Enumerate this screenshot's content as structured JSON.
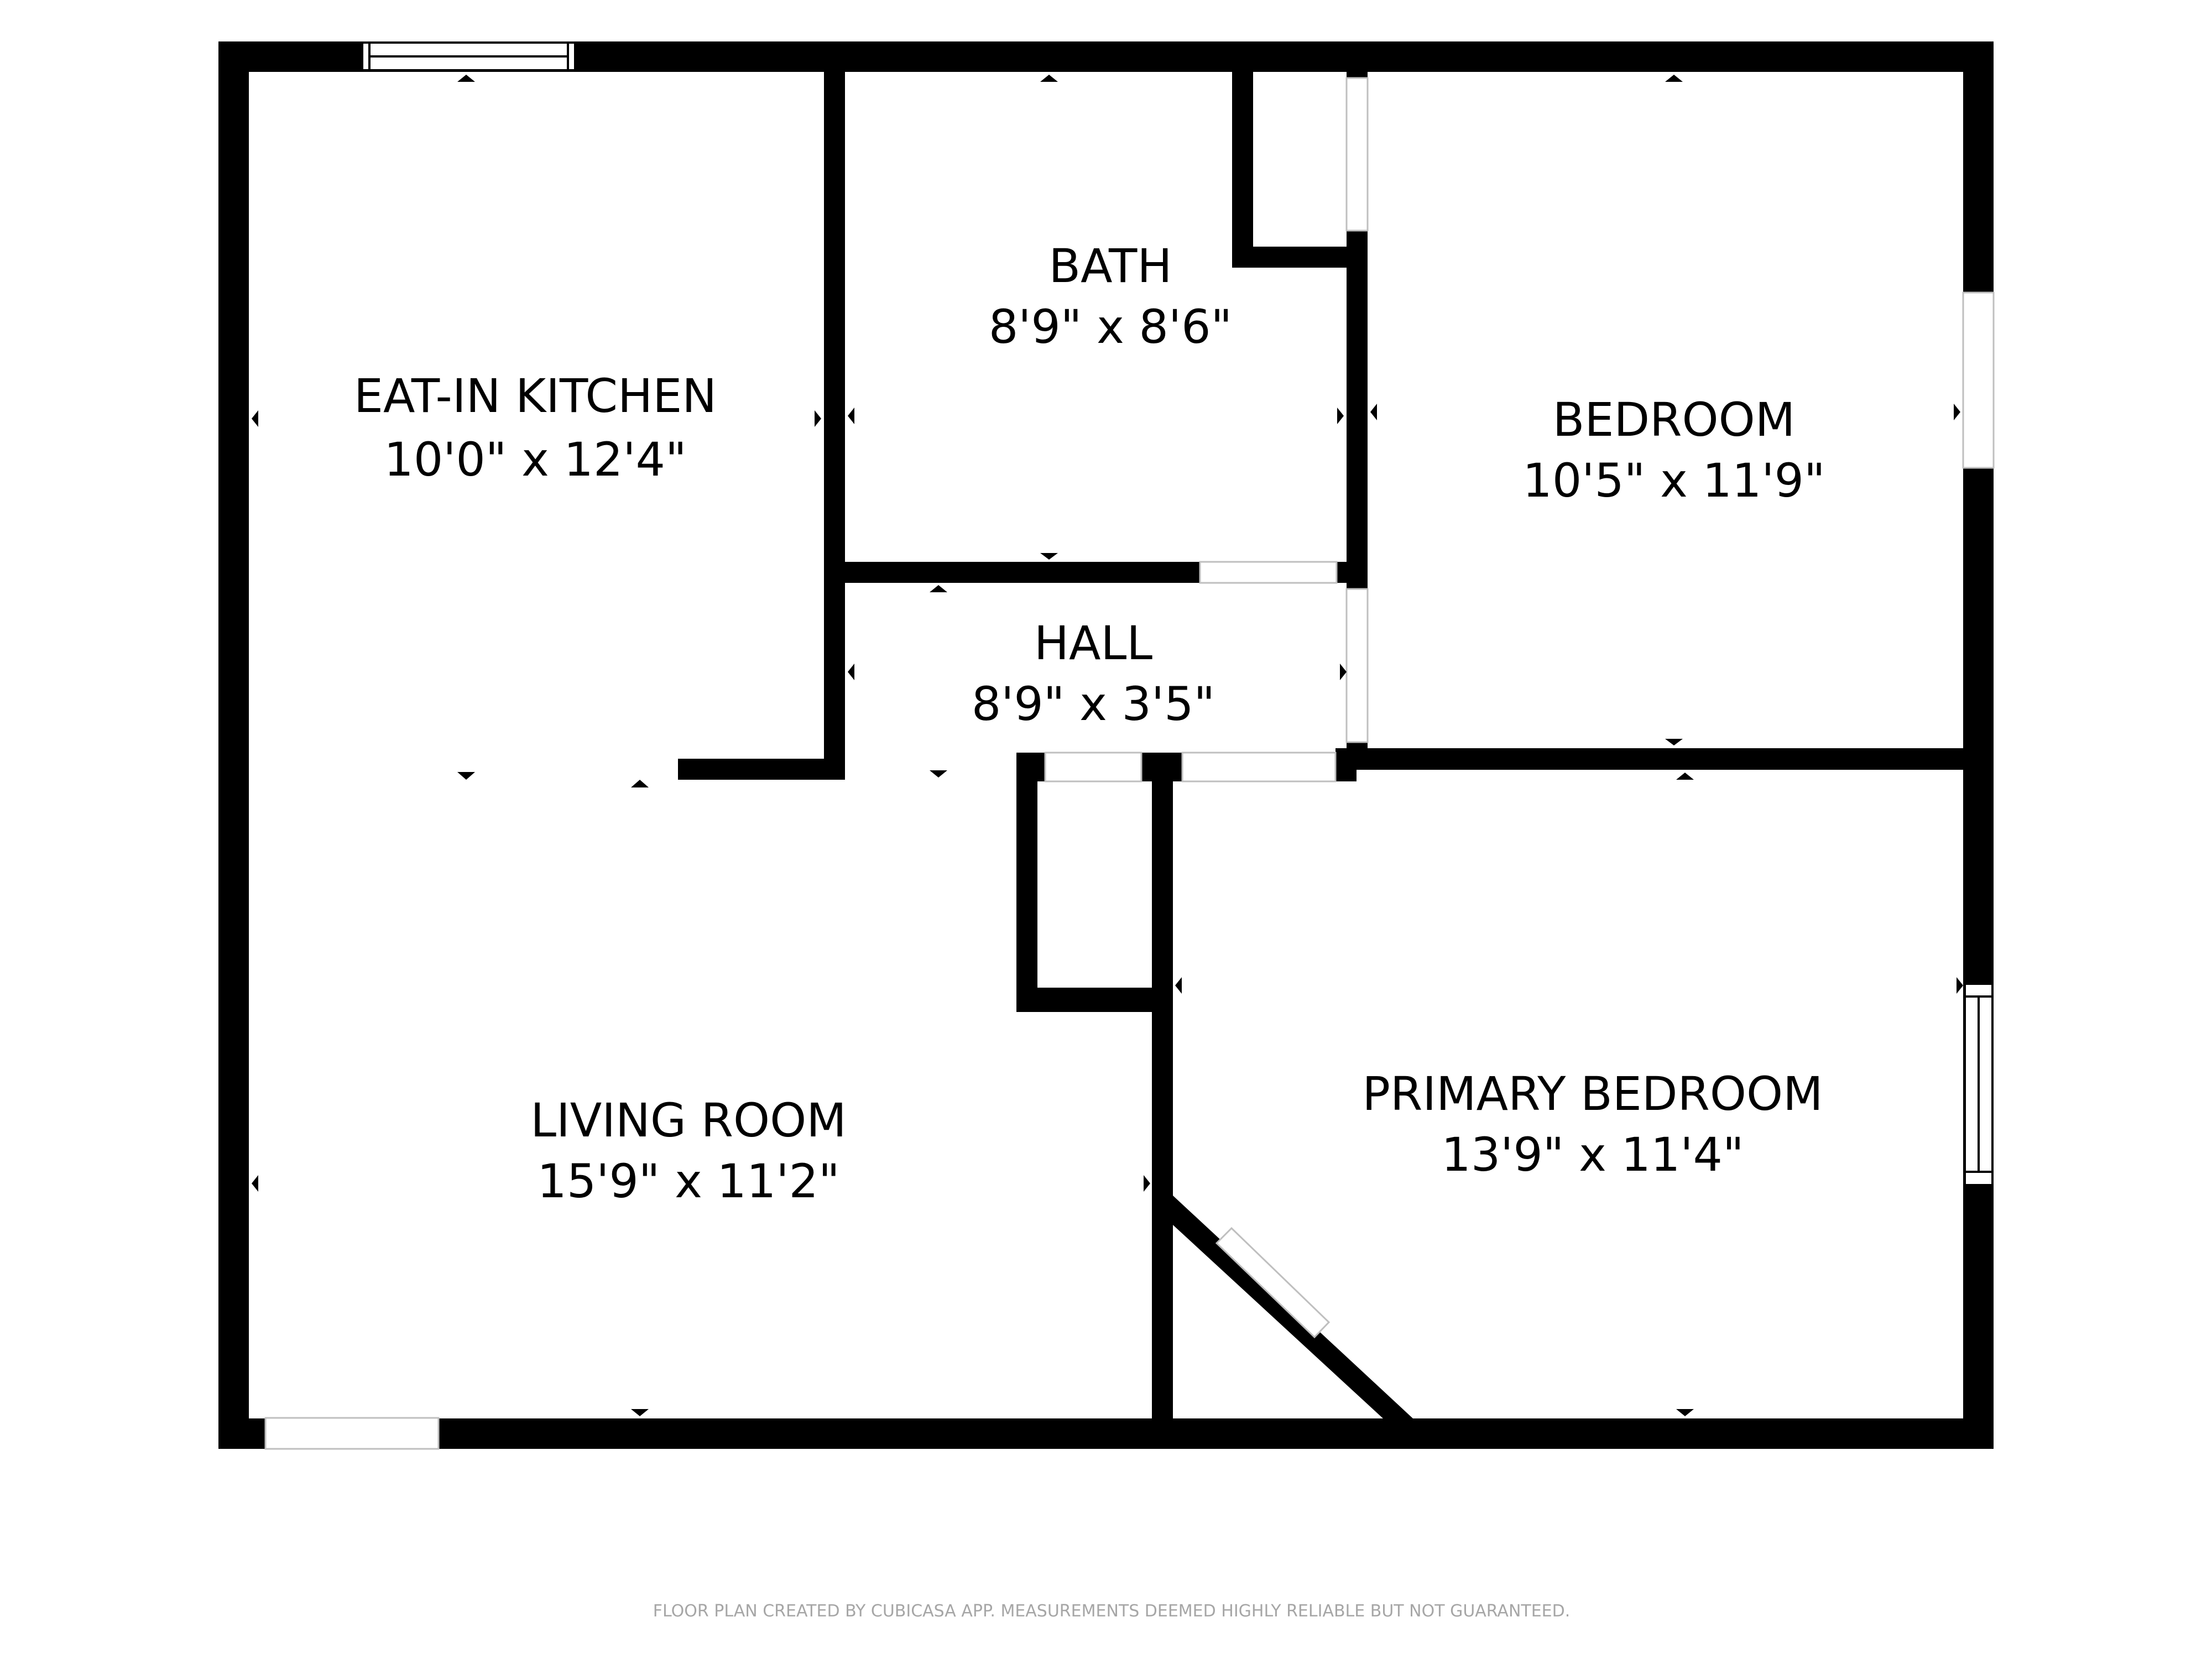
{
  "plan": {
    "rooms": [
      {
        "name": "EAT-IN KITCHEN",
        "dims": "10'0\" x 12'4\""
      },
      {
        "name": "BATH",
        "dims": "8'9\" x 8'6\""
      },
      {
        "name": "BEDROOM",
        "dims": "10'5\" x 11'9\""
      },
      {
        "name": "HALL",
        "dims": "8'9\" x 3'5\""
      },
      {
        "name": "LIVING ROOM",
        "dims": "15'9\" x 11'2\""
      },
      {
        "name": "PRIMARY BEDROOM",
        "dims": "13'9\" x 11'4\""
      }
    ],
    "footer": "FLOOR PLAN CREATED BY CUBICASA APP. MEASUREMENTS DEEMED HIGHLY RELIABLE BUT NOT GUARANTEED.",
    "colors": {
      "wall": "#000000",
      "background": "#ffffff",
      "footer_text": "#a6a6a6"
    }
  }
}
